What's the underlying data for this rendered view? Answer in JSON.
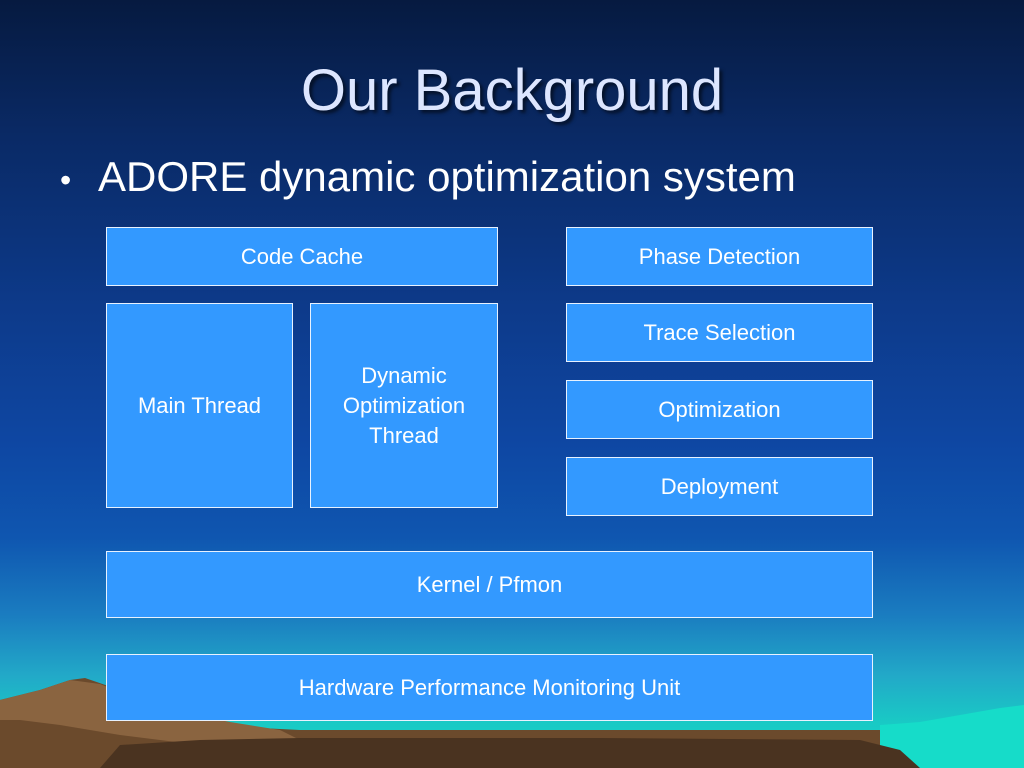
{
  "slide": {
    "title": "Our Background",
    "bullet": "ADORE dynamic optimization system"
  },
  "diagram": {
    "code_cache": "Code Cache",
    "main_thread": "Main Thread",
    "dynamic_optimization_thread": [
      "Dynamic",
      "Optimization",
      "Thread"
    ],
    "phase_detection": "Phase Detection",
    "trace_selection": "Trace Selection",
    "optimization": "Optimization",
    "deployment": "Deployment",
    "kernel": "Kernel / Pfmon",
    "hardware": "Hardware Performance Monitoring Unit"
  },
  "colors": {
    "box_fill": "#3399ff",
    "box_border": "#e8f2ff",
    "title_text": "#dde6ff"
  }
}
